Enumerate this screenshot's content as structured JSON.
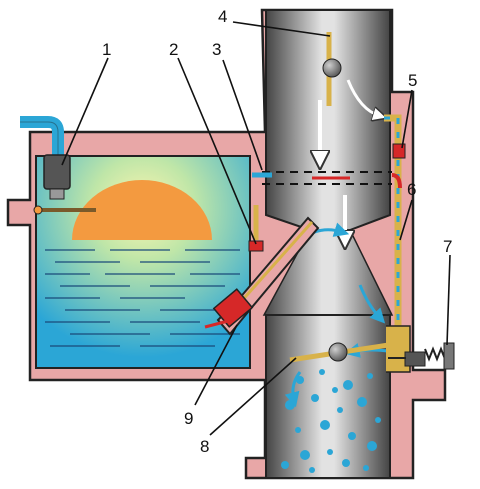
{
  "callouts": [
    {
      "id": "1",
      "label": "1"
    },
    {
      "id": "2",
      "label": "2"
    },
    {
      "id": "3",
      "label": "3"
    },
    {
      "id": "4",
      "label": "4"
    },
    {
      "id": "5",
      "label": "5"
    },
    {
      "id": "6",
      "label": "6"
    },
    {
      "id": "7",
      "label": "7"
    },
    {
      "id": "8",
      "label": "8"
    },
    {
      "id": "9",
      "label": "9"
    }
  ],
  "colors": {
    "body": "#e8a7a7",
    "outline": "#222222",
    "fuel": "#2ba6d6",
    "sun": "#f39a40",
    "bore_light": "#d9d9d9",
    "bore_dark": "#3f3f3f",
    "throttle": "#d8b24a",
    "jet": "#d62828"
  }
}
